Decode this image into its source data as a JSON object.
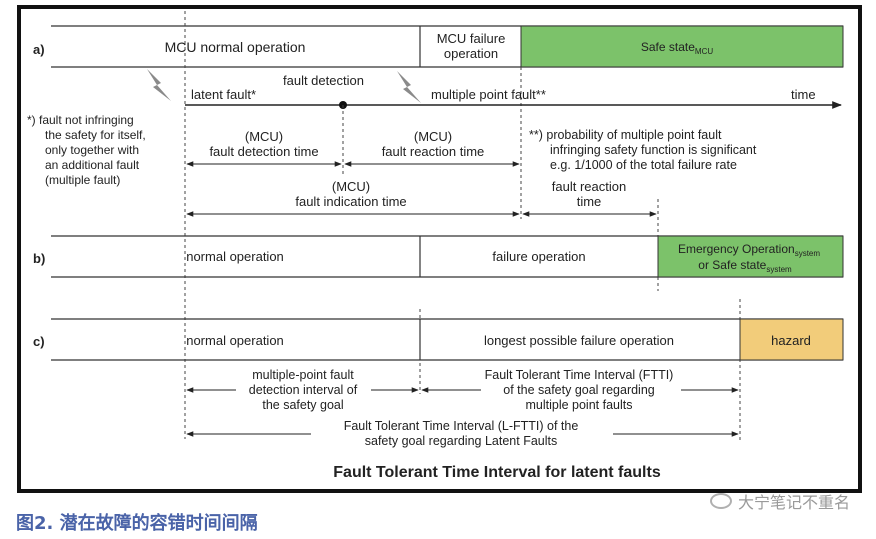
{
  "rows": {
    "a": {
      "label": "a)",
      "normal": "MCU normal operation",
      "failure_line1": "MCU failure",
      "failure_line2": "operation",
      "safe_state": "Safe state",
      "safe_state_sub": "MCU"
    },
    "b": {
      "label": "b)",
      "normal": "normal operation",
      "failure": "failure operation",
      "emergency_line1": "Emergency Operation",
      "emergency_line1_sub": "system",
      "emergency_line2": "or Safe state",
      "emergency_line2_sub": "system"
    },
    "c": {
      "label": "c)",
      "normal": "normal operation",
      "longest": "longest possible failure operation",
      "hazard": "hazard"
    }
  },
  "timeline": {
    "latent_fault": "latent fault*",
    "fault_detection": "fault detection",
    "multiple_point_fault": "multiple point fault**",
    "time": "time"
  },
  "notes": {
    "latent": [
      "*) fault not infringing",
      "the safety for itself,",
      "only together with",
      "an additional fault",
      "(multiple fault)"
    ],
    "multiple": [
      "**) probability of multiple point fault",
      "infringing safety function is significant",
      "e.g. 1/1000 of the total failure rate"
    ]
  },
  "intervals": {
    "detection_time": [
      "(MCU)",
      "fault detection time"
    ],
    "reaction_time": [
      "(MCU)",
      "fault reaction time"
    ],
    "indication_time": [
      "(MCU)",
      "fault indication time"
    ],
    "system_reaction": [
      "fault reaction",
      "time"
    ],
    "mpf_detection": [
      "multiple-point fault",
      "detection interval of",
      "the safety goal"
    ],
    "ftti": [
      "Fault Tolerant Time Interval (FTTI)",
      "of the safety goal regarding",
      "multiple point faults"
    ],
    "lftti": [
      "Fault Tolerant Time Interval (L-FTTI) of the",
      "safety goal regarding Latent Faults"
    ]
  },
  "title": "Fault Tolerant Time Interval for latent faults",
  "caption": "图2. 潜在故障的容错时间间隔",
  "watermark": "大宁笔记不重名",
  "colors": {
    "green": "#7cc26a",
    "hazard": "#f2cc7a",
    "caption": "#4a63a8",
    "frame": "#111111"
  }
}
